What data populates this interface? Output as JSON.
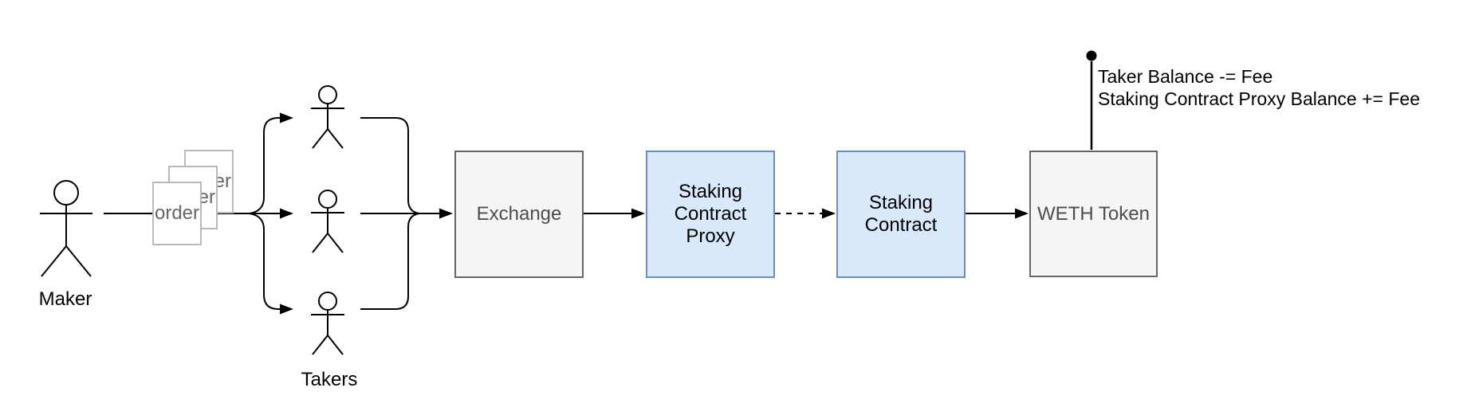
{
  "actors": {
    "maker": {
      "label": "Maker"
    },
    "takers": {
      "label": "Takers",
      "count": 3
    }
  },
  "order_stack": {
    "label": "order",
    "count": 3,
    "fill": "#ffffff",
    "stroke": "#b9b9b9",
    "text_color": "#666666"
  },
  "nodes": {
    "exchange": {
      "label": "Exchange",
      "fill": "#f5f5f5",
      "stroke": "#666666",
      "text_color": "#4d4d4d"
    },
    "staking_contract_proxy": {
      "label": "Staking Contract Proxy",
      "fill": "#dae8fc",
      "stroke": "#6c8ebf",
      "text_color": "#000000"
    },
    "staking_contract": {
      "label": "Staking Contract",
      "fill": "#dae8fc",
      "stroke": "#6c8ebf",
      "text_color": "#000000"
    },
    "weth_token": {
      "label": "WETH Token",
      "fill": "#f5f5f5",
      "stroke": "#666666",
      "text_color": "#4d4d4d"
    }
  },
  "annotation": {
    "line1": "Taker Balance -= Fee",
    "line2": "Staking Contract Proxy Balance += Fee"
  },
  "connectors": [
    {
      "from": "Maker",
      "to": "Takers",
      "via": "order stack",
      "style": "solid, fan-out to 3 arrows"
    },
    {
      "from": "Takers",
      "to": "Exchange",
      "style": "solid, merge brace to arrow"
    },
    {
      "from": "Exchange",
      "to": "Staking Contract Proxy",
      "style": "solid arrow"
    },
    {
      "from": "Staking Contract Proxy",
      "to": "Staking Contract",
      "style": "dashed arrow"
    },
    {
      "from": "Staking Contract",
      "to": "WETH Token",
      "style": "solid arrow"
    },
    {
      "from": "WETH Token",
      "to": "annotation text",
      "style": "plain line with dot endpoint"
    }
  ],
  "edge_color": "#000000"
}
